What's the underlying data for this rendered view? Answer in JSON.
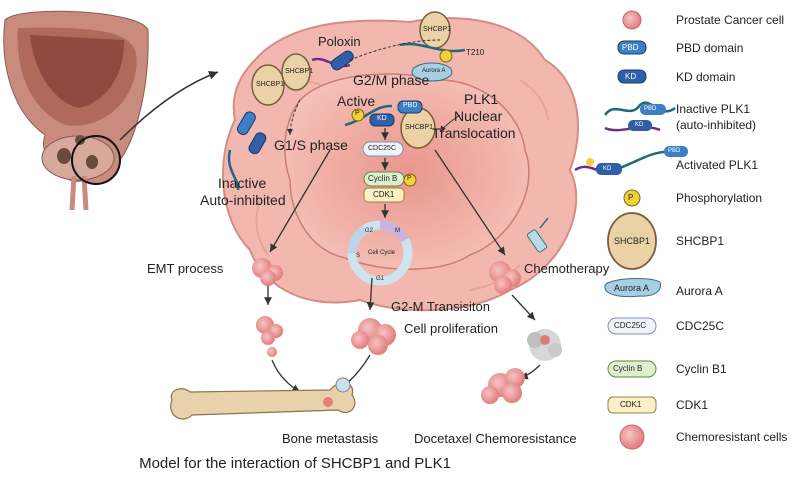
{
  "diagram": {
    "caption": "Model for the interaction of SHCBP1 and PLK1",
    "cell_labels": {
      "poloxin": "Poloxin",
      "g2m_phase": "G2/M phase",
      "g1s_phase": "G1/S phase",
      "active": "Active",
      "plk1_nuclear": "PLK1",
      "nuclear": "Nuclear",
      "translocation": "Translocation",
      "inactive": "Inactive",
      "auto_inhibited": "Auto-inhibited",
      "t210": "T210"
    },
    "molecule_labels": {
      "shcbp1": "SHCBP1",
      "pbd": "PBD",
      "kd": "KD",
      "p": "P",
      "aurora_a": "Aurora A",
      "cdc25c": "CDC25C",
      "cyclin_b": "Cyclin B",
      "cdk1": "CDK1",
      "cell_cycle": "Cell Cycle",
      "g2": "G2",
      "m": "M",
      "s": "S",
      "g1": "G1"
    },
    "outcome_labels": {
      "emt": "EMT process",
      "g2m_transition": "G2-M Transisiton",
      "cell_proliferation": "Cell proliferation",
      "chemotherapy": "Chemotherapy",
      "bone_metastasis": "Bone metastasis",
      "chemoresistance": "Docetaxel Chemoresistance"
    },
    "legend": [
      {
        "icon": "prostate-cancer-cell-icon",
        "label": "Prostate Cancer cell"
      },
      {
        "icon": "pbd-domain-icon",
        "label": "PBD domain"
      },
      {
        "icon": "kd-domain-icon",
        "label": "KD domain"
      },
      {
        "icon": "inactive-plk1-icon",
        "label": "Inactive PLK1"
      },
      {
        "icon": "inactive-plk1-icon-cont",
        "label": "(auto-inhibited)"
      },
      {
        "icon": "activated-plk1-icon",
        "label": "Activated PLK1"
      },
      {
        "icon": "phosphorylation-icon",
        "label": "Phosphorylation"
      },
      {
        "icon": "shcbp1-icon",
        "label": "SHCBP1"
      },
      {
        "icon": "aurora-a-icon",
        "label": "Aurora A"
      },
      {
        "icon": "cdc25c-icon",
        "label": "CDC25C"
      },
      {
        "icon": "cyclin-b1-icon",
        "label": "Cyclin B1"
      },
      {
        "icon": "cdk1-icon",
        "label": "CDK1"
      },
      {
        "icon": "chemoresistant-cells-icon",
        "label": "Chemoresistant cells"
      }
    ],
    "colors": {
      "cell_body": "#f2b8b0",
      "nucleus": "#e9968c",
      "pbd": "#3d7fc4",
      "kd": "#2f5fa8",
      "phosphorylation": "#f2d13b",
      "shcbp1": "#ead2a6",
      "aurora_a": "#a7cfe3",
      "cyclin_b": "#dff0cf",
      "cdk1": "#fbefc6"
    }
  }
}
